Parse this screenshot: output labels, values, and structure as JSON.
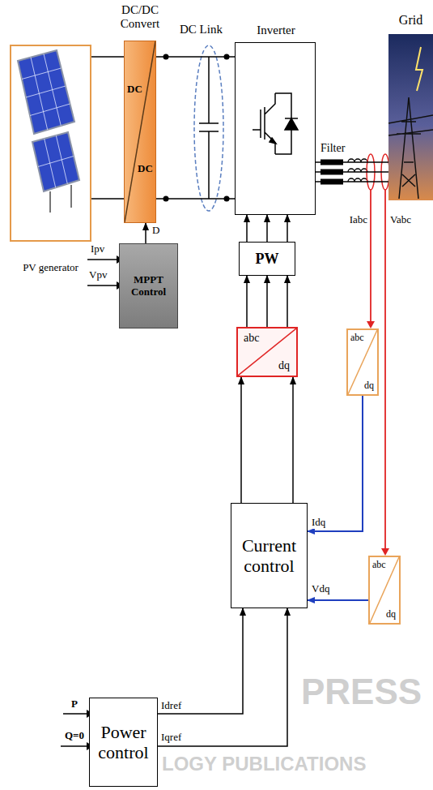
{
  "diagram": {
    "nodes": [
      {
        "text": [
          "PV generator"
        ]
      },
      {
        "text": [
          "DC/DC Convert",
          "DC",
          "DC"
        ]
      },
      {
        "text": [
          "Inverter"
        ]
      },
      {
        "text": [
          "Grid"
        ]
      },
      {
        "text": [
          "MPPT Control"
        ]
      },
      {
        "text": [
          "PW"
        ]
      },
      {
        "text": [
          "abc",
          "dq"
        ]
      },
      {
        "text": [
          "abc",
          "dq"
        ]
      },
      {
        "text": [
          "Current control"
        ]
      },
      {
        "text": [
          "abc",
          "dq"
        ]
      },
      {
        "text": [
          "Power control"
        ]
      }
    ],
    "edges": [
      {
        "from": 0,
        "to": 1,
        "arrow": "none"
      },
      {
        "from": 1,
        "to": 2,
        "arrow": "none"
      },
      {
        "from": 2,
        "to": 3,
        "arrow": "none"
      },
      {
        "from": 4,
        "to": 1,
        "arrow": "to",
        "label": "D"
      },
      {
        "from": 5,
        "to": 2,
        "arrow": "to"
      },
      {
        "from": 6,
        "to": 5,
        "arrow": "to"
      },
      {
        "from": 8,
        "to": 6,
        "arrow": "to"
      },
      {
        "from": 7,
        "to": 8,
        "arrow": "to",
        "label": "Idq"
      },
      {
        "from": 9,
        "to": 8,
        "arrow": "to",
        "label": "Vdq"
      },
      {
        "from": 10,
        "to": 8,
        "arrow": "to",
        "label": "Idref"
      },
      {
        "from": 10,
        "to": 8,
        "arrow": "to",
        "label": "Iqref"
      }
    ],
    "labels": [
      "DC Link",
      "Filter",
      "Iabc",
      "Vabc",
      "Ipv",
      "Vpv",
      "P",
      "Q=0",
      "PRESS",
      "LOGY PUBLICATIONS"
    ]
  }
}
